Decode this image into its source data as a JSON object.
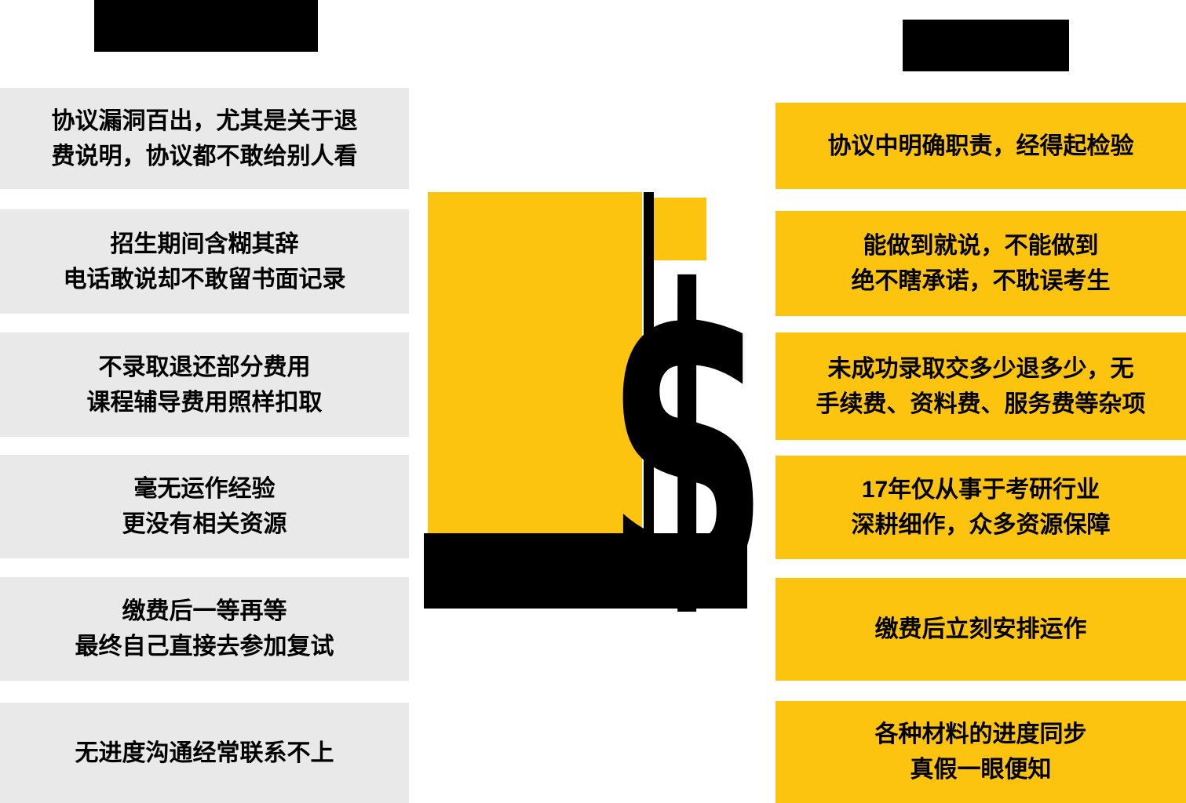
{
  "colors": {
    "negative_box": "#e9e9e9",
    "positive_box": "#fcc40e",
    "header_bar": "#000000",
    "text": "#000000"
  },
  "left_column": {
    "items": [
      {
        "lines": [
          "协议漏洞百出，尤其是关于退",
          "费说明，协议都不敢给别人看"
        ]
      },
      {
        "lines": [
          "招生期间含糊其辞",
          "电话敢说却不敢留书面记录"
        ]
      },
      {
        "lines": [
          "不录取退还部分费用",
          "课程辅导费用照样扣取"
        ]
      },
      {
        "lines": [
          "毫无运作经验",
          "更没有相关资源"
        ]
      },
      {
        "lines": [
          "缴费后一等再等",
          "最终自己直接去参加复试"
        ]
      },
      {
        "lines": [
          "无进度沟通经常联系不上"
        ]
      }
    ]
  },
  "right_column": {
    "items": [
      {
        "lines": [
          "协议中明确职责，经得起检验"
        ]
      },
      {
        "lines": [
          "能做到就说，不能做到",
          "绝不瞎承诺，不耽误考生"
        ]
      },
      {
        "lines": [
          "未成功录取交多少退多少，无",
          "手续费、资料费、服务费等杂项"
        ]
      },
      {
        "lines": [
          "17年仅从事于考研行业",
          "深耕细作，众多资源保障"
        ]
      },
      {
        "lines": [
          "缴费后立刻安排运作"
        ]
      },
      {
        "lines": [
          "各种材料的进度同步",
          "真假一眼便知"
        ]
      }
    ]
  },
  "center_graphic": {
    "symbol": "$"
  }
}
